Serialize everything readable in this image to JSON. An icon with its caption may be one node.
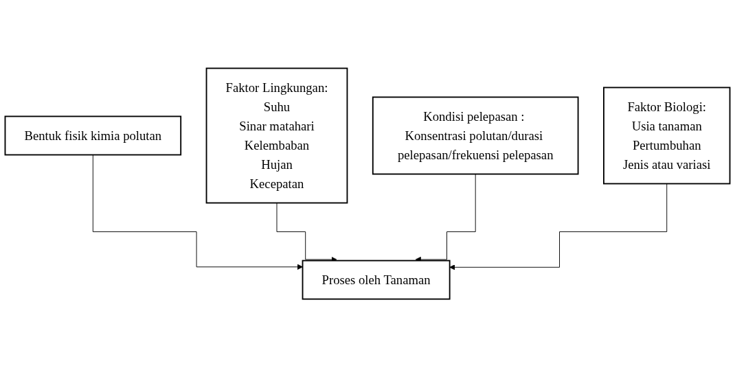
{
  "diagram": {
    "nodes": [
      {
        "text": [
          "Bentuk fisik kimia polutan"
        ]
      },
      {
        "text": [
          "Faktor Lingkungan:",
          "Suhu",
          "Sinar matahari",
          "Kelembaban",
          "Hujan",
          "Kecepatan"
        ]
      },
      {
        "text": [
          "Kondisi pelepasan : Konsentrasi polutan/durasi pelepasan/frekuensi pelepasan"
        ]
      },
      {
        "text": [
          "Faktor Biologi:",
          "Usia tanaman",
          "Pertumbuhan",
          "Jenis atau variasi"
        ]
      },
      {
        "text": [
          "Proses oleh Tanaman"
        ]
      }
    ],
    "edges": [
      {
        "from": 0,
        "to": 4,
        "arrow": "to"
      },
      {
        "from": 1,
        "to": 4,
        "arrow": "to"
      },
      {
        "from": 2,
        "to": 4,
        "arrow": "to"
      },
      {
        "from": 3,
        "to": 4,
        "arrow": "to"
      }
    ]
  }
}
